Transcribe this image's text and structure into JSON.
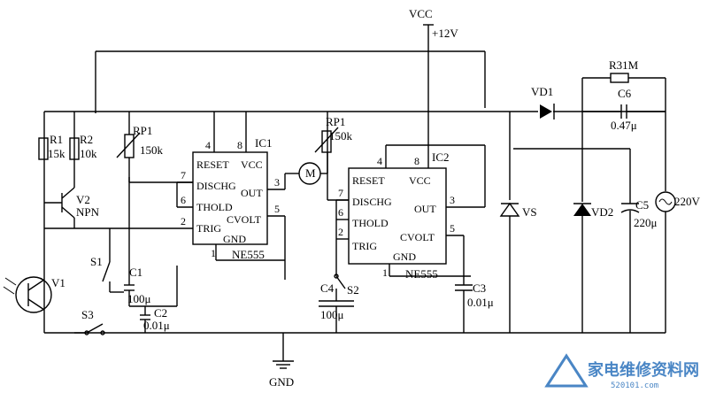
{
  "labels": {
    "vcc": "VCC",
    "plus12v": "+12V",
    "gnd": "GND",
    "r1": "R1",
    "r1_val": "15k",
    "r2": "R2",
    "r2_val": "10k",
    "rp1_left": "RP1",
    "rp1_left_val": "150k",
    "rp1_right": "RP1",
    "rp1_right_val": "150k",
    "v2": "V2",
    "npn": "NPN",
    "v1": "V1",
    "s1": "S1",
    "s2": "S2",
    "s3": "S3",
    "c1": "C1",
    "c1_val": "100μ",
    "c2": "C2",
    "c2_val": "0.01μ",
    "c3": "C3",
    "c3_val": "0.01μ",
    "c4": "C4",
    "c4_val": "100μ",
    "c5": "C5",
    "c5_val": "220μ",
    "c6": "C6",
    "c6_val": "0.47μ",
    "r3": "R31M",
    "vd1": "VD1",
    "vd2": "VD2",
    "vs": "VS",
    "ac": "220V",
    "motor": "M"
  },
  "ic1": {
    "name": "IC1",
    "part": "NE555",
    "reset": "RESET",
    "vcc": "VCC",
    "dischg": "DISCHG",
    "out": "OUT",
    "thold": "THOLD",
    "cvolt": "CVOLT",
    "trig": "TRIG",
    "gnd": "GND",
    "pin4": "4",
    "pin8": "8",
    "pin7": "7",
    "pin6": "6",
    "pin2": "2",
    "pin3": "3",
    "pin5": "5",
    "pin1": "1"
  },
  "ic2": {
    "name": "IC2",
    "part": "NE555",
    "reset": "RESET",
    "vcc": "VCC",
    "dischg": "DISCHG",
    "out": "OUT",
    "thold": "THOLD",
    "cvolt": "CVOLT",
    "trig": "TRIG",
    "gnd": "GND",
    "pin4": "4",
    "pin8": "8",
    "pin7": "7",
    "pin6": "6",
    "pin2": "2",
    "pin3": "3",
    "pin5": "5",
    "pin1": "1"
  },
  "watermark": {
    "text": "家电维修资料网",
    "url": "520101.com"
  }
}
